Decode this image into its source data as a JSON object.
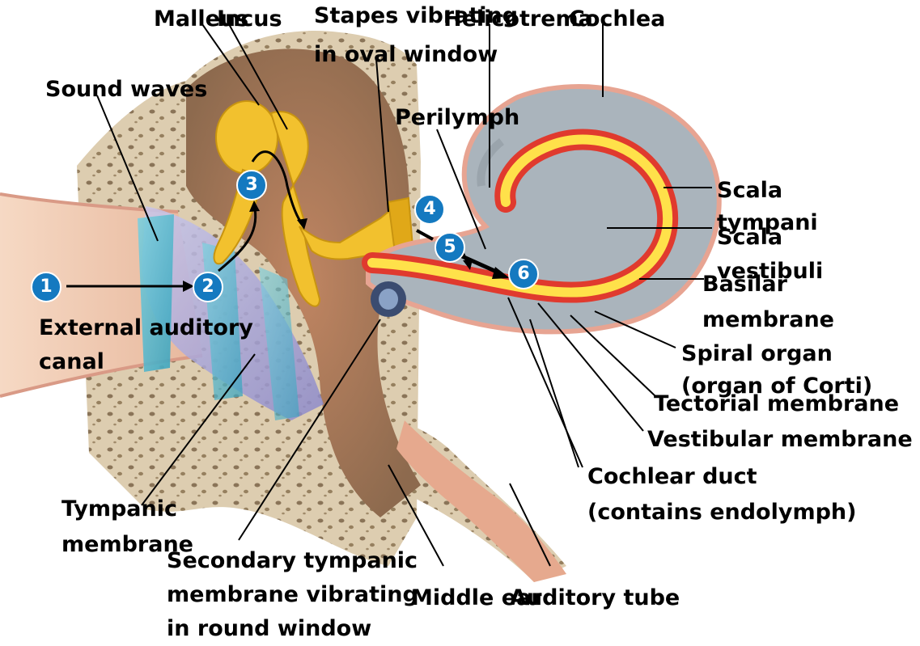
{
  "labels": {
    "malleus": "Malleus",
    "incus": "Incus",
    "stapes": [
      "Stapes vibrating",
      "in oval window"
    ],
    "helicotrema": "Helicotrema",
    "cochlea": "Cochlea",
    "sound_waves": "Sound waves",
    "perilymph": "Perilymph",
    "scala_tympani": [
      "Scala",
      "tympani"
    ],
    "scala_vestibuli": [
      "Scala",
      "vestibuli"
    ],
    "basilar_membrane": [
      "Basilar",
      "membrane"
    ],
    "spiral_organ": [
      "Spiral organ",
      "(organ of Corti)"
    ],
    "tectorial_membrane": "Tectorial membrane",
    "vestibular_membrane": "Vestibular membrane",
    "cochlear_duct": [
      "Cochlear duct",
      "(contains endolymph)"
    ],
    "external_canal": [
      "External auditory",
      "canal"
    ],
    "tympanic_membrane": [
      "Tympanic",
      "membrane"
    ],
    "secondary_tympanic": [
      "Secondary tympanic",
      "membrane vibrating",
      "in round window"
    ],
    "middle_ear": "Middle ear",
    "auditory_tube": "Auditory tube"
  },
  "steps": [
    "1",
    "2",
    "3",
    "4",
    "5",
    "6"
  ],
  "colors": {
    "step_badge": "#1479c0",
    "bone": "#d9c7a6",
    "ossicles": "#f2c12e",
    "cochlea": "#aab4bc",
    "basilar_red": "#e03a2e",
    "organ_yellow": "#ffe14a",
    "canal_blue": "#8fd3e0"
  }
}
